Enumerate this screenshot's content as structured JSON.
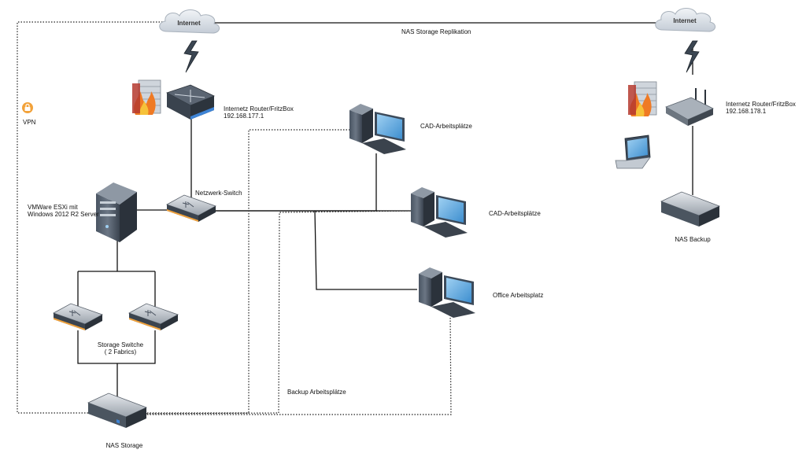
{
  "clouds": {
    "left_label": "Internet",
    "right_label": "Internet"
  },
  "replication_label": "NAS Storage Replikation",
  "vpn_label": "VPN",
  "router_left": {
    "name": "Internetz Router/FritzBox",
    "ip": "192.168.177.1"
  },
  "router_right": {
    "name": "Internetz Router/FritzBox",
    "ip": "192.168.178.1"
  },
  "switch_label": "Netzwerk-Switch",
  "server_label": {
    "line1": "VMWare ESXi mit",
    "line2": "Windows 2012 R2 Server"
  },
  "storage_switch_label": {
    "line1": "Storage Switche",
    "line2": "( 2 Fabrics)"
  },
  "nas_storage_label": "NAS Storage",
  "nas_backup_label": "NAS Backup",
  "workstations": [
    {
      "label": "CAD-Arbeitsplätze"
    },
    {
      "label": "CAD-Arbeitsplätze"
    },
    {
      "label": "Office Arbeitsplatz"
    }
  ],
  "backup_label": "Backup Arbeitsplätze",
  "colors": {
    "accent_orange": "#f2a23a",
    "device_dark": "#3d4652",
    "line": "#111111",
    "cloud": "#dde3ea"
  },
  "icons": [
    "cloud-icon",
    "lightning-icon",
    "firewall-icon",
    "router-icon",
    "lock-icon",
    "server-tower-icon",
    "switch-icon",
    "desktop-pc-icon",
    "laptop-icon",
    "nas-icon",
    "wifi-router-icon"
  ]
}
